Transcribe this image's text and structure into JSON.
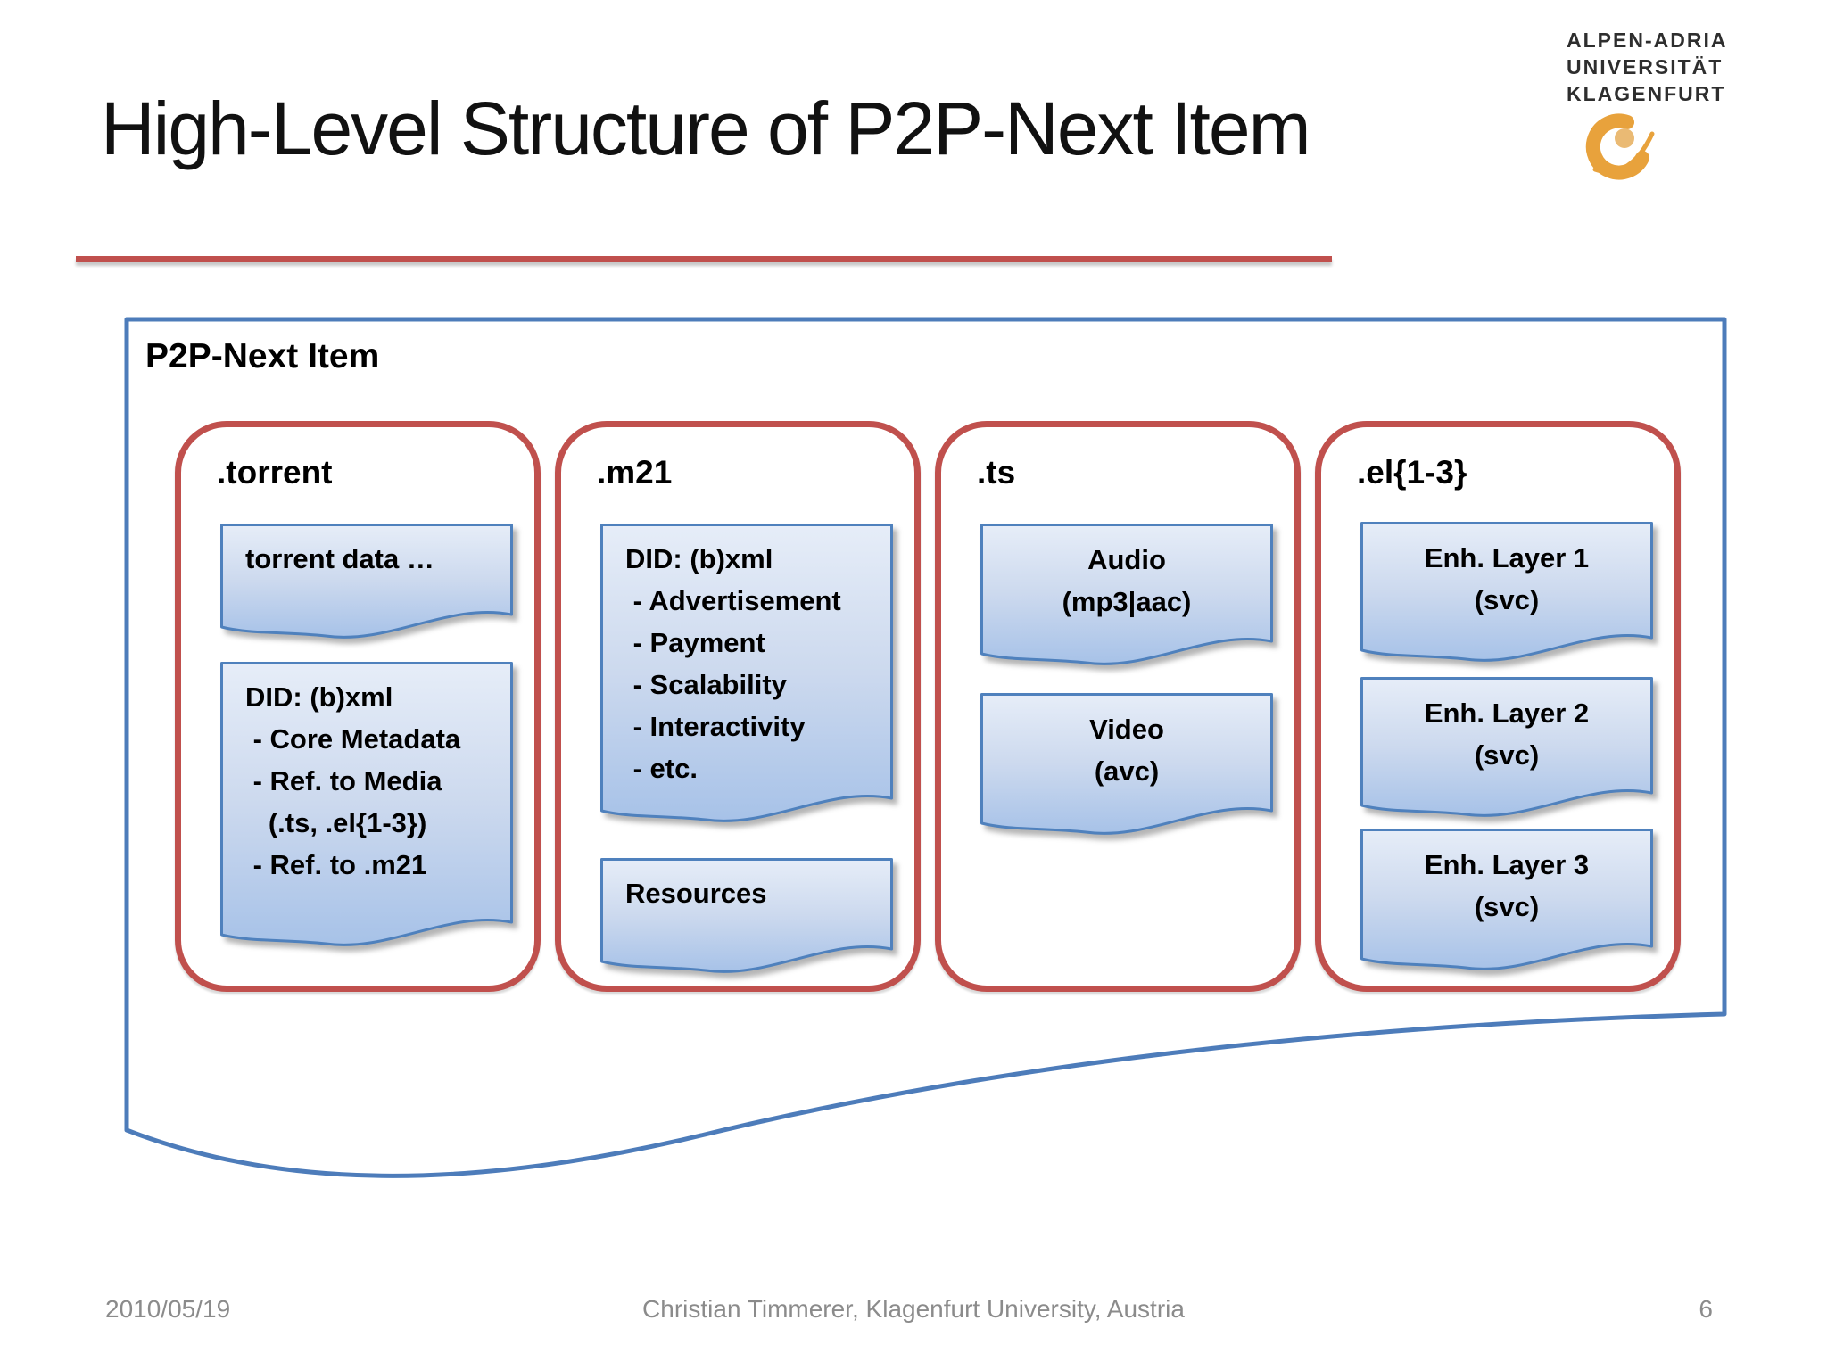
{
  "slide": {
    "title": "High-Level Structure of P2P-Next Item",
    "logo": {
      "lines": [
        "ALPEN-ADRIA",
        "UNIVERSITÄT",
        "KLAGENFURT"
      ]
    },
    "container_label": "P2P-Next Item",
    "groups": [
      {
        "label": ".torrent",
        "docs": [
          {
            "style": "left",
            "lines": [
              "torrent data …"
            ]
          },
          {
            "style": "left",
            "lines": [
              "DID: (b)xml",
              " - Core Metadata",
              " - Ref. to Media",
              "   (.ts, .el{1-3})",
              " - Ref. to .m21"
            ]
          }
        ]
      },
      {
        "label": ".m21",
        "docs": [
          {
            "style": "left",
            "lines": [
              "DID: (b)xml",
              " - Advertisement",
              " - Payment",
              " - Scalability",
              " - Interactivity",
              " - etc."
            ]
          },
          {
            "style": "left",
            "lines": [
              "Resources"
            ]
          }
        ]
      },
      {
        "label": ".ts",
        "docs": [
          {
            "style": "center",
            "lines": [
              "Audio",
              "(mp3|aac)"
            ]
          },
          {
            "style": "center",
            "lines": [
              "Video",
              "(avc)"
            ]
          }
        ]
      },
      {
        "label": ".el{1-3}",
        "docs": [
          {
            "style": "center",
            "lines": [
              "Enh. Layer 1",
              "(svc)"
            ]
          },
          {
            "style": "center",
            "lines": [
              "Enh. Layer 2",
              "(svc)"
            ]
          },
          {
            "style": "center",
            "lines": [
              "Enh. Layer 3",
              "(svc)"
            ]
          }
        ]
      }
    ],
    "footer": {
      "date": "2010/05/19",
      "center": "Christian Timmerer, Klagenfurt University, Austria",
      "page": "6"
    },
    "colors": {
      "accent_red": "#c0504d",
      "accent_blue": "#4f81bd",
      "container_blue": "#4d7cba",
      "doc_fill_top": "#e6edf8",
      "doc_fill_mid": "#ccd9ee",
      "doc_fill_bottom": "#a7c2e8",
      "footer_gray": "#8b8b8b",
      "logo_orange": "#e8a23c",
      "logo_orange_light": "#eaba74"
    }
  }
}
